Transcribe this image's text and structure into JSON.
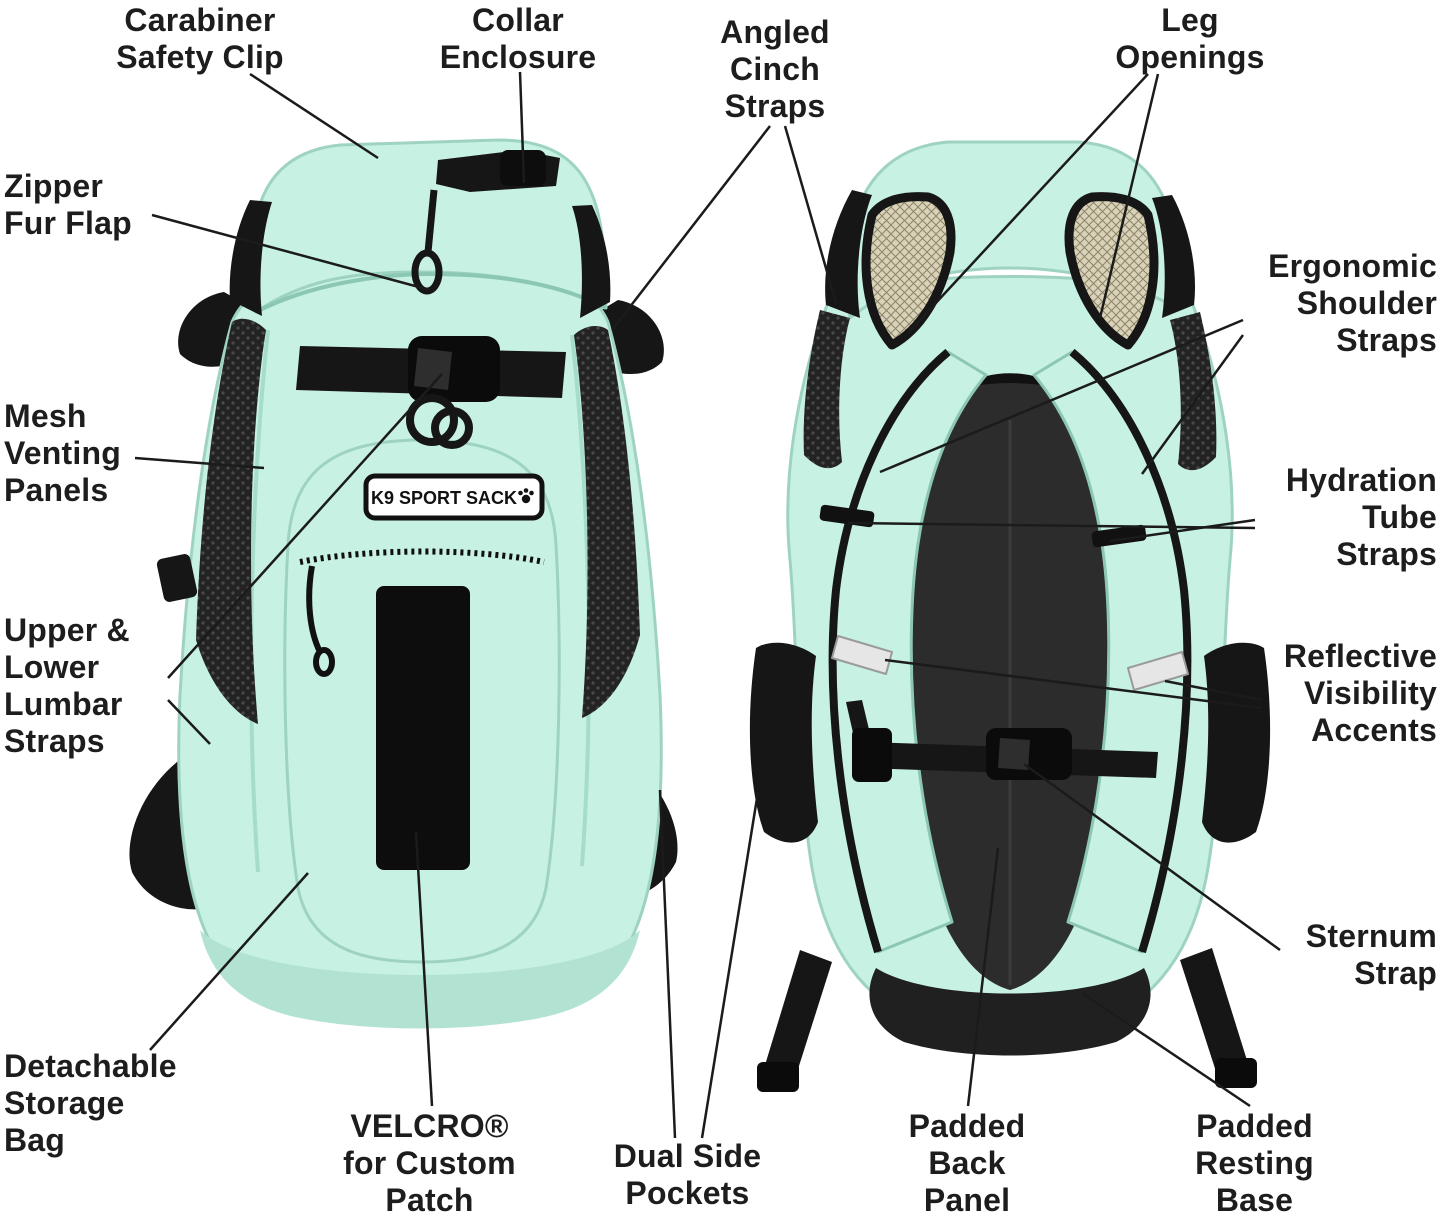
{
  "figure": {
    "brand_patch": "K9 SPORT SACK",
    "colors": {
      "background": "#ffffff",
      "label_text": "#1d1d1d",
      "bag_mint": "#c7f1e3",
      "bag_shade": "#9ed3c2",
      "strap_black": "#161616",
      "mesh_dark": "#232323",
      "leg_mesh_tan": "#d9d2b8",
      "reflective_silver": "#e6e6e6",
      "back_panel_gray": "#2c2c2c"
    }
  },
  "labels": [
    {
      "name": "carabiner-safety-clip",
      "text": "Carabiner\nSafety Clip"
    },
    {
      "name": "collar-enclosure",
      "text": "Collar\nEnclosure"
    },
    {
      "name": "angled-cinch-straps",
      "text": "Angled\nCinch\nStraps"
    },
    {
      "name": "leg-openings",
      "text": "Leg\nOpenings"
    },
    {
      "name": "zipper-fur-flap",
      "text": "Zipper\nFur Flap"
    },
    {
      "name": "ergonomic-shoulder-straps",
      "text": "Ergonomic\nShoulder\nStraps"
    },
    {
      "name": "mesh-venting-panels",
      "text": "Mesh\nVenting\nPanels"
    },
    {
      "name": "hydration-tube-straps",
      "text": "Hydration\nTube\nStraps"
    },
    {
      "name": "upper-lower-lumbar-straps",
      "text": "Upper &\nLower\nLumbar\nStraps"
    },
    {
      "name": "reflective-visibility-accents",
      "text": "Reflective\nVisibility\nAccents"
    },
    {
      "name": "sternum-strap",
      "text": "Sternum\nStrap"
    },
    {
      "name": "detachable-storage-bag",
      "text": "Detachable\nStorage\nBag"
    },
    {
      "name": "velcro-custom-patch",
      "text": "VELCRO®\nfor Custom\nPatch"
    },
    {
      "name": "dual-side-pockets",
      "text": "Dual Side\nPockets"
    },
    {
      "name": "padded-back-panel",
      "text": "Padded\nBack\nPanel"
    },
    {
      "name": "padded-resting-base",
      "text": "Padded\nResting\nBase"
    }
  ]
}
